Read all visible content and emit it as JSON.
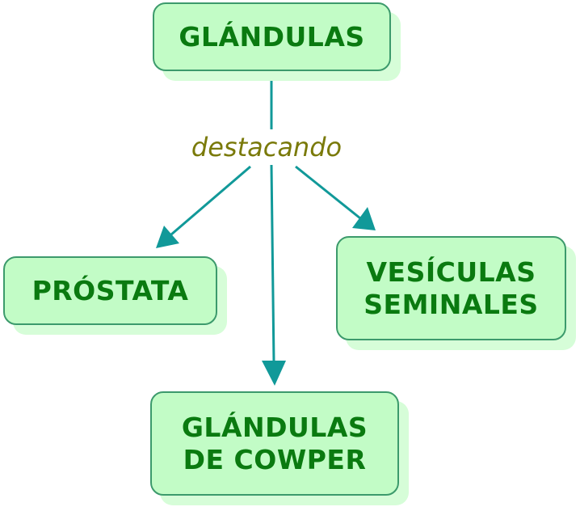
{
  "diagram": {
    "root": {
      "label": "GLÁNDULAS"
    },
    "link_label": "destacando",
    "children": [
      {
        "id": "prostata",
        "lines": [
          "PRÓSTATA"
        ]
      },
      {
        "id": "vesiculas",
        "lines": [
          "VESÍCULAS",
          "SEMINALES"
        ]
      },
      {
        "id": "cowper",
        "lines": [
          "GLÁNDULAS",
          "DE COWPER"
        ]
      }
    ],
    "colors": {
      "node_fill": "#c2fcc6",
      "node_border": "#3c9a6c",
      "node_shadow": "#d6fdd8",
      "node_text": "#0a7a10",
      "link_text": "#7a7a0a",
      "arrow": "#119999"
    }
  }
}
